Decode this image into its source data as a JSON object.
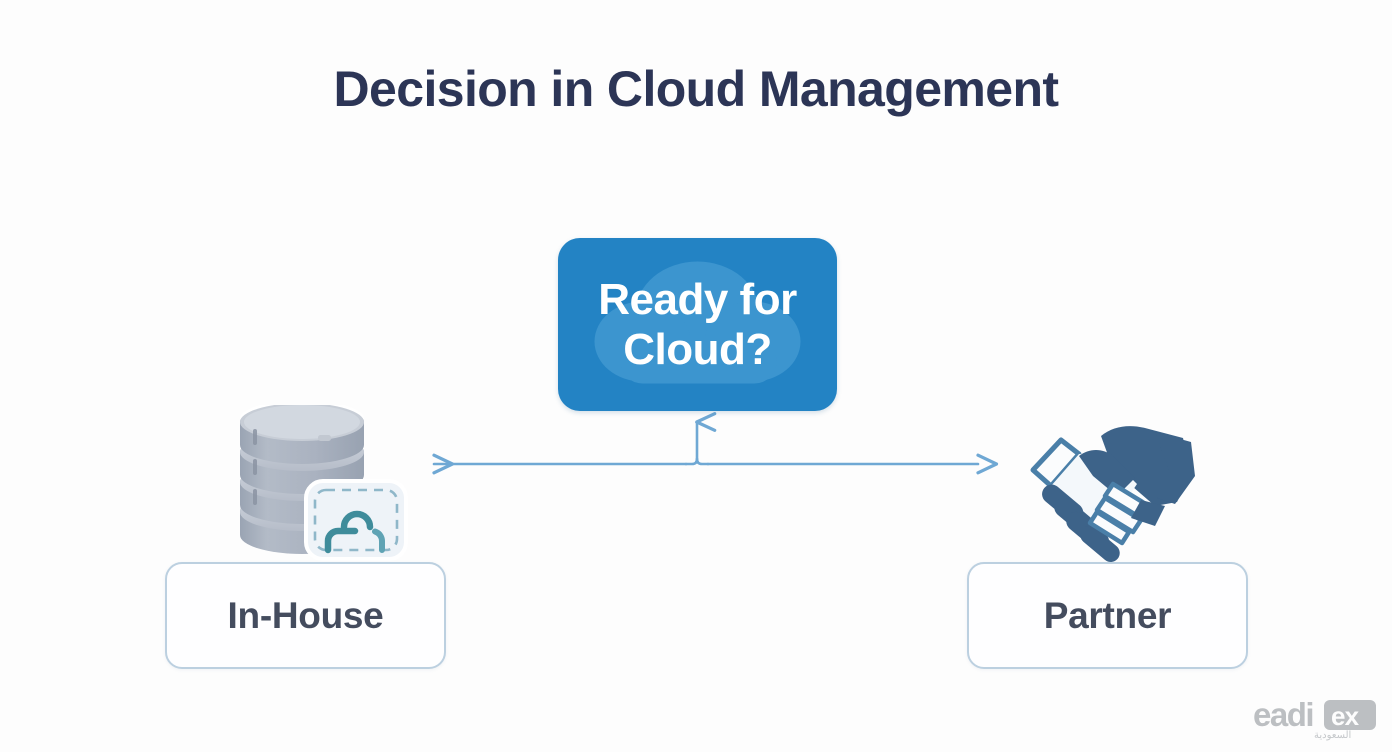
{
  "page": {
    "title": "Decision in Cloud Management",
    "background_color": "#fdfdfd"
  },
  "diagram": {
    "type": "decision-flow",
    "decision": {
      "label_line1": "Ready for",
      "label_line2": "Cloud?",
      "full_label": "Ready for Cloud?",
      "fill_color": "#2383c4",
      "text_color": "#ffffff",
      "watermark_icon": "cloud-icon"
    },
    "connector": {
      "style": "double-headed-horizontal-arrow-with-vertical-stem",
      "color": "#6fa8d4"
    },
    "branches": [
      {
        "id": "in-house",
        "label": "In-House",
        "icon": "database-with-user-card-icon",
        "side": "left",
        "border_color": "#bcd0e0",
        "text_color": "#444c5e"
      },
      {
        "id": "partner",
        "label": "Partner",
        "icon": "handshake-icon",
        "side": "right",
        "border_color": "#bcd0e0",
        "text_color": "#444c5e"
      }
    ]
  },
  "branding": {
    "logo_primary": "eadi",
    "logo_badge": "ex",
    "logo_subtext": "السعودية",
    "logo_color": "#b9bcbf"
  },
  "colors": {
    "title": "#2c3556",
    "accent_blue": "#2383c4",
    "arrow_blue": "#6fa8d4",
    "border_blue_gray": "#bcd0e0",
    "database_gray": "#aab3c0",
    "handshake_dark": "#3d6389",
    "handshake_light": "#4a7fa8",
    "teal_accent": "#3f8c9b"
  }
}
